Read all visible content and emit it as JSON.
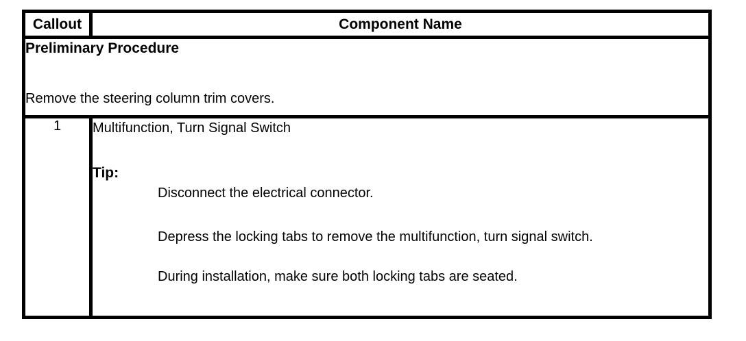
{
  "page": {
    "background_color": "#ffffff",
    "text_color": "#000000",
    "border_color": "#000000"
  },
  "table": {
    "header": {
      "callout": "Callout",
      "component_name": "Component Name"
    },
    "preliminary": {
      "title": "Preliminary Procedure",
      "text": "Remove the steering column trim covers."
    },
    "rows": [
      {
        "callout": "1",
        "component": "Multifunction, Turn Signal Switch",
        "tip_label": "Tip:",
        "tip_items": [
          "Disconnect the electrical connector.",
          "Depress the locking tabs to remove the multifunction, turn signal switch.",
          "During installation, make sure both locking tabs are seated."
        ]
      }
    ]
  }
}
